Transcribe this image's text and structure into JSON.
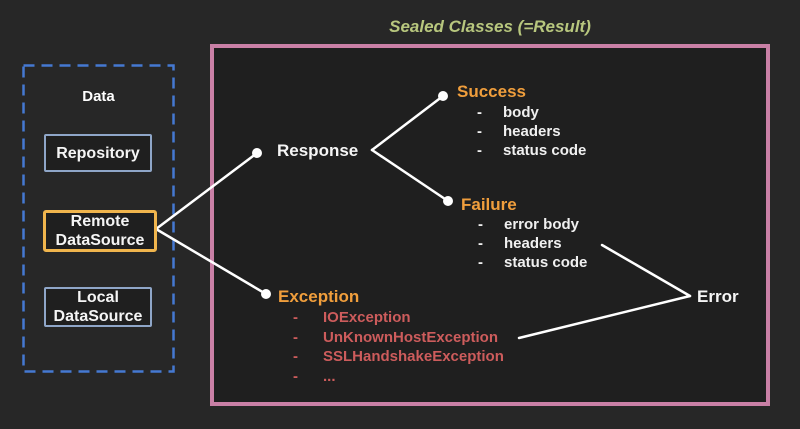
{
  "title": "Sealed Classes (=Result)",
  "list_marker": "-",
  "data_panel": {
    "label": "Data",
    "boxes": [
      {
        "label": "Repository"
      },
      {
        "label": "Remote DataSource",
        "highlighted": true
      },
      {
        "label": "Local DataSource"
      }
    ]
  },
  "tree": {
    "response": "Response",
    "success": {
      "label": "Success",
      "items": [
        "body",
        "headers",
        "status code"
      ]
    },
    "failure": {
      "label": "Failure",
      "items": [
        "error body",
        "headers",
        "status code"
      ]
    },
    "exception": {
      "label": "Exception",
      "items": [
        "IOException",
        "UnKnownHostException",
        "SSLHandshakeException",
        "..."
      ]
    },
    "error": "Error"
  },
  "colors": {
    "background": "#272727",
    "panel_background": "#1f1f1f",
    "sealed_border_pink": "#c980a6",
    "data_dashed_border_blue": "#4579d2",
    "box_border_blue": "#8fa6c8",
    "highlight_border_orange": "#f0b54d",
    "heading_orange": "#f09e3c",
    "exception_red": "#cd5c5c",
    "title_green": "#b8c77e",
    "text_white": "#f5f5f5",
    "connector_white": "#ffffff"
  }
}
